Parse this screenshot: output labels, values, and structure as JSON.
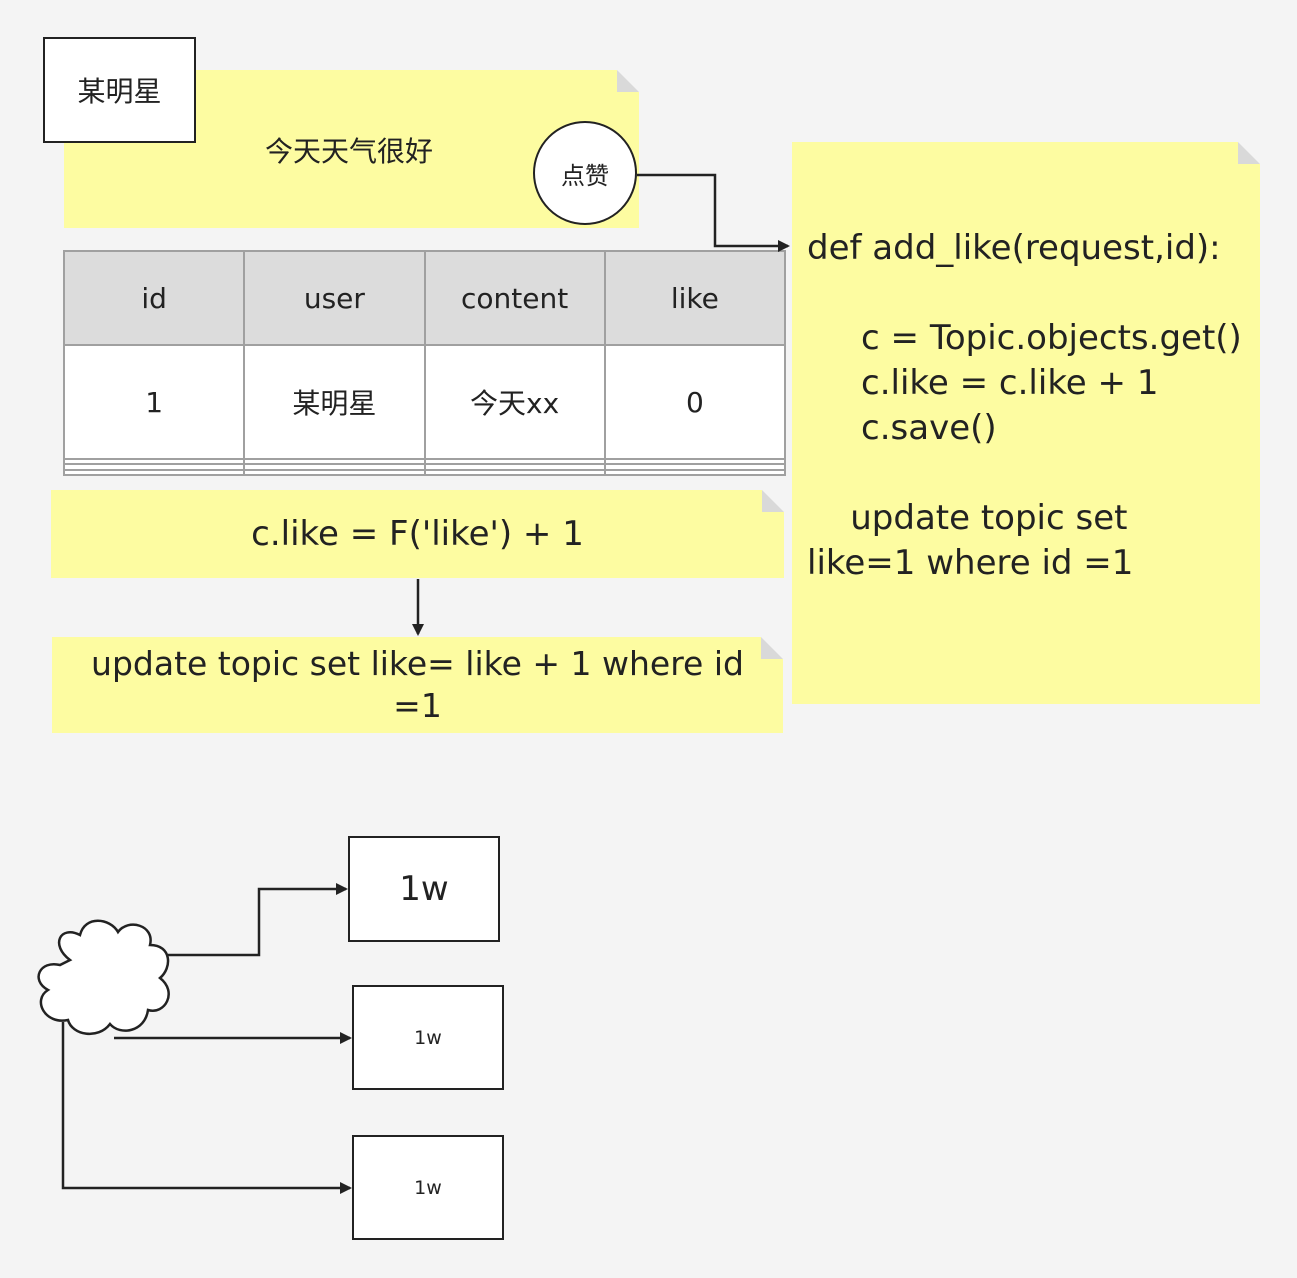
{
  "post": {
    "author": "某明星",
    "content": "今天天气很好",
    "like_button": "点赞"
  },
  "table": {
    "headers": [
      "id",
      "user",
      "content",
      "like"
    ],
    "rows": [
      [
        "1",
        "某明星",
        "今天xx",
        "0"
      ],
      [
        "",
        "",
        "",
        ""
      ],
      [
        "",
        "",
        "",
        ""
      ],
      [
        "",
        "",
        "",
        ""
      ]
    ]
  },
  "code_note": {
    "line1": "def add_like(request,id):",
    "line2": "     c = Topic.objects.get()",
    "line3": "     c.like = c.like + 1",
    "line4": "     c.save()",
    "line5": "    update topic set",
    "line6": "like=1 where id =1"
  },
  "f_note": {
    "text": "c.like = F('like') + 1"
  },
  "sql_note": {
    "text": "update topic set like= like + 1 where id =1"
  },
  "fanout": {
    "box1": "1w",
    "box2": "1w",
    "box3": "1w"
  }
}
